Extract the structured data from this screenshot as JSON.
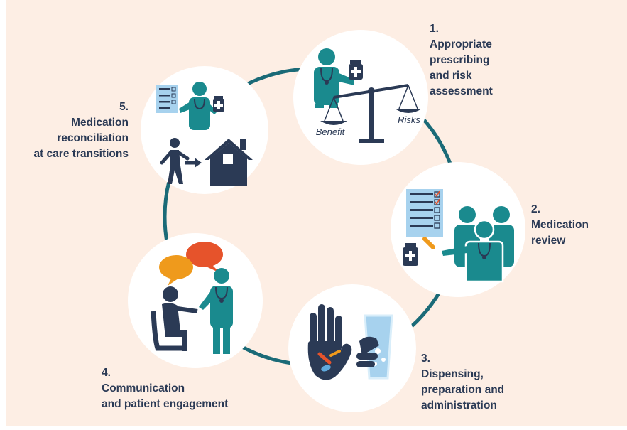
{
  "colors": {
    "background": "#fdeee4",
    "ring": "#1a6a77",
    "teal": "#1a8a8e",
    "navy": "#2b3a55",
    "orange": "#ef9a1c",
    "red": "#e6532b",
    "light_blue": "#a7d2ee"
  },
  "stages": [
    {
      "number": "1.",
      "lines": [
        "Appropriate",
        "prescribing",
        "and risk",
        "assessment"
      ],
      "scale_left": "Benefit",
      "scale_right": "Risks"
    },
    {
      "number": "2.",
      "lines": [
        "Medication",
        "review"
      ]
    },
    {
      "number": "3.",
      "lines": [
        "Dispensing,",
        "preparation and",
        "administration"
      ]
    },
    {
      "number": "4.",
      "lines": [
        "Communication",
        "and patient engagement"
      ]
    },
    {
      "number": "5.",
      "lines": [
        "Medication",
        "reconciliation",
        "at care transitions"
      ]
    }
  ]
}
